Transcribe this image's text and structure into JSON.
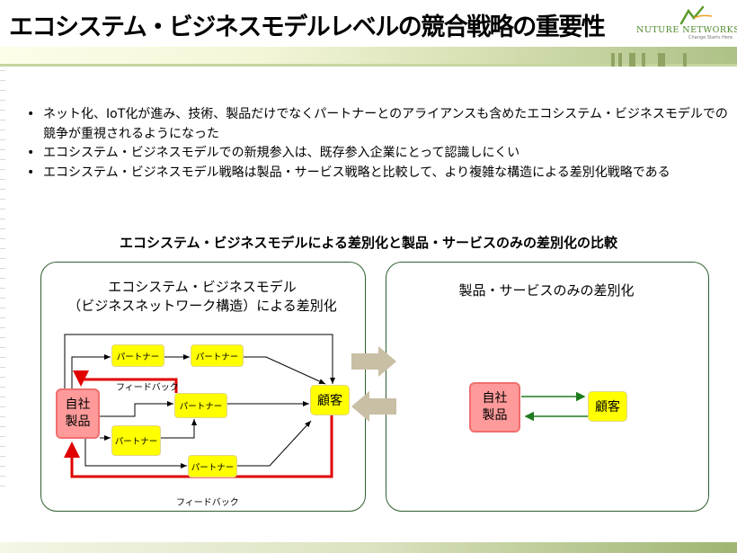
{
  "header": {
    "title": "エコシステム・ビジネスモデルレベルの競合戦略の重要性",
    "logo": {
      "brand": "NUTURE NETWORKS",
      "tagline": "Change Starts Here"
    }
  },
  "bullets": [
    "ネット化、IoT化が進み、技術、製品だけでなくパートナーとのアライアンスも含めたエコシステム・ビジネスモデルでの競争が重視されるようになった",
    "エコシステム・ビジネスモデルでの新規参入は、既存参入企業にとって認識しにくい",
    "エコシステム・ビジネスモデル戦略は製品・サービス戦略と比較して、より複雑な構造による差別化戦略である"
  ],
  "comparison": {
    "title": "エコシステム・ビジネスモデルによる差別化と製品・サービスのみの差別化の比較",
    "left_panel": {
      "title_line1": "エコシステム・ビジネスモデル",
      "title_line2": "（ビジネスネットワーク構造）による差別化",
      "self_product": "自社\n製品",
      "customer": "顧客",
      "partner": "パートナー",
      "feedback": "フィードバック"
    },
    "right_panel": {
      "title": "製品・サービスのみの差別化",
      "self_product": "自社\n製品",
      "customer": "顧客"
    },
    "colors": {
      "partner_fill": "#ffff00",
      "self_fill": "#ff9a9a",
      "feedback_arrow": "#e00000",
      "simple_arrow": "#1e7a1e",
      "panel_border": "#2f5f2f",
      "big_arrow": "#c9bfa5"
    }
  }
}
